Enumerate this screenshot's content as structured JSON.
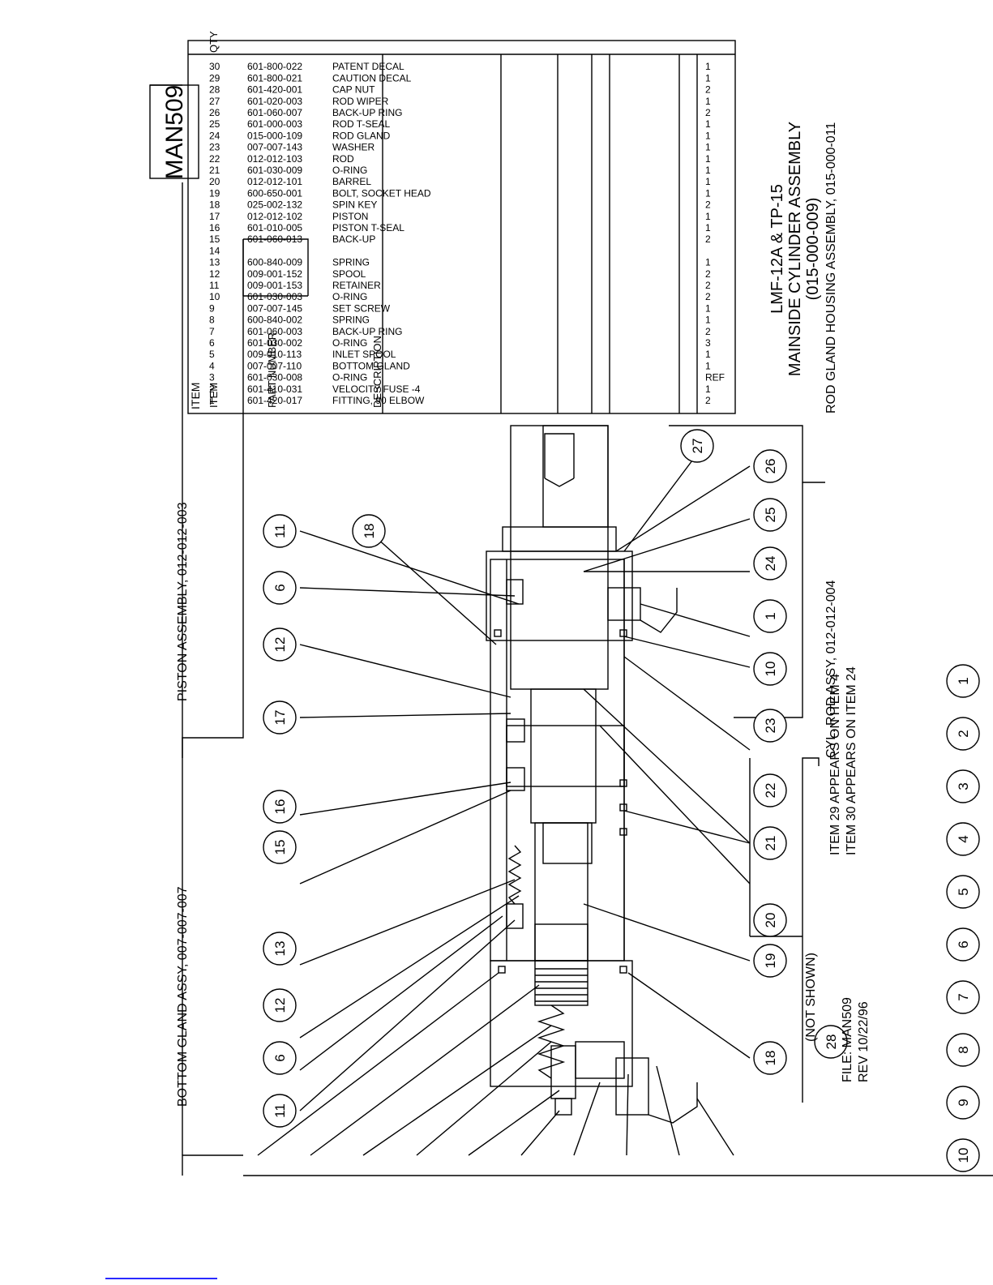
{
  "drawing_id": "MAN509",
  "title": {
    "line1": "LMF-12A & TP-15",
    "line2": "MAINSIDE CYLINDER ASSEMBLY",
    "line3": "(015-000-009)"
  },
  "file_info": {
    "file": "FILE: MAN509",
    "rev": "REV 10/22/96"
  },
  "notes": {
    "item29": "ITEM 29 APPEARS ON ITEM 4",
    "item30": "ITEM 30 APPEARS ON ITEM 24",
    "not_shown": "(NOT SHOWN)"
  },
  "assemblies": {
    "bottom_gland": "BOTTOM GLAND ASSY, 007-007-007",
    "piston": "PISTON ASSEMBLY, 012-012-003",
    "cyl_rod": "CYL. ROD ASSY, 012-012-004",
    "rod_gland_housing": "ROD GLAND HOUSING ASSEMBLY, 015-000-011"
  },
  "bom": {
    "headers": {
      "item": "ITEM",
      "part": "PART NUMBER",
      "desc": "DESCRIPTION",
      "qty": "QTY"
    },
    "rows": [
      {
        "item": "1",
        "part": "601-420-017",
        "desc": "FITTING, 90 ELBOW",
        "qty": "2"
      },
      {
        "item": "2",
        "part": "601-410-031",
        "desc": "VELOCITY FUSE -4",
        "qty": "1"
      },
      {
        "item": "3",
        "part": "601-030-008",
        "desc": "O-RING",
        "qty": "REF"
      },
      {
        "item": "4",
        "part": "007-007-110",
        "desc": "BOTTOM GLAND",
        "qty": "1"
      },
      {
        "item": "5",
        "part": "009-010-113",
        "desc": "INLET SPOOL",
        "qty": "1"
      },
      {
        "item": "6",
        "part": "601-030-002",
        "desc": "O-RING",
        "qty": "3"
      },
      {
        "item": "7",
        "part": "601-060-003",
        "desc": "BACK-UP RING",
        "qty": "2"
      },
      {
        "item": "8",
        "part": "600-840-002",
        "desc": "SPRING",
        "qty": "1"
      },
      {
        "item": "9",
        "part": "007-007-145",
        "desc": "SET SCREW",
        "qty": "1"
      },
      {
        "item": "10",
        "part": "601-030-003",
        "desc": "O-RING",
        "qty": "2"
      },
      {
        "item": "11",
        "part": "009-001-153",
        "desc": "RETAINER",
        "qty": "2"
      },
      {
        "item": "12",
        "part": "009-001-152",
        "desc": "SPOOL",
        "qty": "2"
      },
      {
        "item": "13",
        "part": "600-840-009",
        "desc": "SPRING",
        "qty": "1"
      },
      {
        "item": "14",
        "part": "",
        "desc": "",
        "qty": ""
      },
      {
        "item": "15",
        "part": "601-060-013",
        "desc": "BACK-UP",
        "qty": "2"
      },
      {
        "item": "16",
        "part": "601-010-005",
        "desc": "PISTON T-SEAL",
        "qty": "1"
      },
      {
        "item": "17",
        "part": "012-012-102",
        "desc": "PISTON",
        "qty": "1"
      },
      {
        "item": "18",
        "part": "025-002-132",
        "desc": "SPIN KEY",
        "qty": "2"
      },
      {
        "item": "19",
        "part": "600-650-001",
        "desc": "BOLT, SOCKET HEAD",
        "qty": "1"
      },
      {
        "item": "20",
        "part": "012-012-101",
        "desc": "BARREL",
        "qty": "1"
      },
      {
        "item": "21",
        "part": "601-030-009",
        "desc": "O-RING",
        "qty": "1"
      },
      {
        "item": "22",
        "part": "012-012-103",
        "desc": "ROD",
        "qty": "1"
      },
      {
        "item": "23",
        "part": "007-007-143",
        "desc": "WASHER",
        "qty": "1"
      },
      {
        "item": "24",
        "part": "015-000-109",
        "desc": "ROD GLAND",
        "qty": "1"
      },
      {
        "item": "25",
        "part": "601-000-003",
        "desc": "ROD T-SEAL",
        "qty": "1"
      },
      {
        "item": "26",
        "part": "601-060-007",
        "desc": "BACK-UP RING",
        "qty": "2"
      },
      {
        "item": "27",
        "part": "601-020-003",
        "desc": "ROD WIPER",
        "qty": "1"
      },
      {
        "item": "28",
        "part": "601-420-001",
        "desc": "CAP NUT",
        "qty": "2"
      },
      {
        "item": "29",
        "part": "601-800-021",
        "desc": "CAUTION DECAL",
        "qty": "1"
      },
      {
        "item": "30",
        "part": "601-800-022",
        "desc": "PATENT DECAL",
        "qty": "1"
      }
    ]
  },
  "callouts_top": [
    "10",
    "9",
    "8",
    "7",
    "6",
    "5",
    "4",
    "3",
    "2",
    "1"
  ],
  "callouts_left": [
    "11",
    "6",
    "12",
    "13",
    "15",
    "16",
    "17",
    "12",
    "6",
    "11"
  ],
  "callout_18_upper": "18",
  "callouts_right": [
    "18",
    "19",
    "20",
    "21",
    "22",
    "23",
    "10",
    "1",
    "24",
    "25",
    "26",
    "27"
  ],
  "callout_28": "28"
}
